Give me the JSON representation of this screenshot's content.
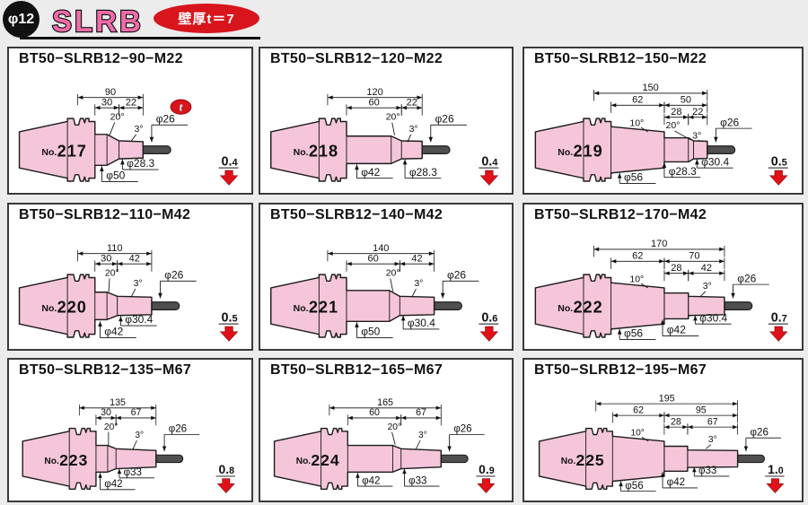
{
  "header": {
    "size_badge": "φ12",
    "series": "SLRB",
    "note": "壁厚t＝7"
  },
  "colors": {
    "accent_red": "#d8141c",
    "series_pink": "#f06ba8",
    "body_pink": "#f5c6d9"
  },
  "cells": [
    {
      "model": "BT50−SLRB12−90−M22",
      "no_prefix": "No.",
      "no": "217",
      "weight": "0.4",
      "t_marker": "t",
      "labels": {
        "L0": "90",
        "L1": "30",
        "L2": "22",
        "A1": "20°",
        "A2": "3°",
        "D1": "φ26",
        "D2": "φ28.3",
        "D3": "φ50"
      }
    },
    {
      "model": "BT50−SLRB12−120−M22",
      "no_prefix": "No.",
      "no": "218",
      "weight": "0.4",
      "labels": {
        "L0": "120",
        "L1": "60",
        "L2": "22",
        "A1": "20°",
        "A2": "3°",
        "D1": "φ26",
        "D2": "φ42",
        "D3": "φ28.3"
      }
    },
    {
      "model": "BT50−SLRB12−150−M22",
      "no_prefix": "No.",
      "no": "219",
      "weight": "0.5",
      "labels": {
        "L0": "150",
        "L1": "62",
        "L2": "50",
        "L3": "28",
        "L4": "22",
        "A1": "10°",
        "A2": "20°",
        "A3": "3°",
        "D1": "φ26",
        "D2": "φ30.4",
        "D3": "φ56",
        "D4": "φ28.3"
      }
    },
    {
      "model": "BT50−SLRB12−110−M42",
      "no_prefix": "No.",
      "no": "220",
      "weight": "0.5",
      "labels": {
        "L0": "110",
        "L1": "30",
        "L2": "42",
        "A1": "20°",
        "A2": "3°",
        "D1": "φ26",
        "D2": "φ30.4",
        "D3": "φ42"
      }
    },
    {
      "model": "BT50−SLRB12−140−M42",
      "no_prefix": "No.",
      "no": "221",
      "weight": "0.6",
      "labels": {
        "L0": "140",
        "L1": "60",
        "L2": "42",
        "A1": "20°",
        "A2": "3°",
        "D1": "φ26",
        "D2": "φ30.4",
        "D3": "φ50"
      }
    },
    {
      "model": "BT50−SLRB12−170−M42",
      "no_prefix": "No.",
      "no": "222",
      "weight": "0.7",
      "labels": {
        "L0": "170",
        "L1": "62",
        "L2": "70",
        "L3": "28",
        "L4": "42",
        "A1": "10°",
        "A2": "3°",
        "D1": "φ26",
        "D2": "φ30.4",
        "D3": "φ56",
        "D4": "φ42"
      }
    },
    {
      "model": "BT50−SLRB12−135−M67",
      "no_prefix": "No.",
      "no": "223",
      "weight": "0.8",
      "labels": {
        "L0": "135",
        "L1": "30",
        "L2": "67",
        "A1": "20°",
        "A2": "3°",
        "D1": "φ26",
        "D2": "φ33",
        "D3": "φ42"
      }
    },
    {
      "model": "BT50−SLRB12−165−M67",
      "no_prefix": "No.",
      "no": "224",
      "weight": "0.9",
      "labels": {
        "L0": "165",
        "L1": "60",
        "L2": "67",
        "A1": "20°",
        "A2": "3°",
        "D1": "φ26",
        "D2": "φ42",
        "D3": "φ33"
      }
    },
    {
      "model": "BT50−SLRB12−195−M67",
      "no_prefix": "No.",
      "no": "225",
      "weight": "1.0",
      "labels": {
        "L0": "195",
        "L1": "62",
        "L2": "95",
        "L3": "28",
        "L4": "67",
        "A1": "10°",
        "A2": "3°",
        "D1": "φ26",
        "D2": "φ33",
        "D3": "φ56",
        "D4": "φ42"
      }
    }
  ]
}
